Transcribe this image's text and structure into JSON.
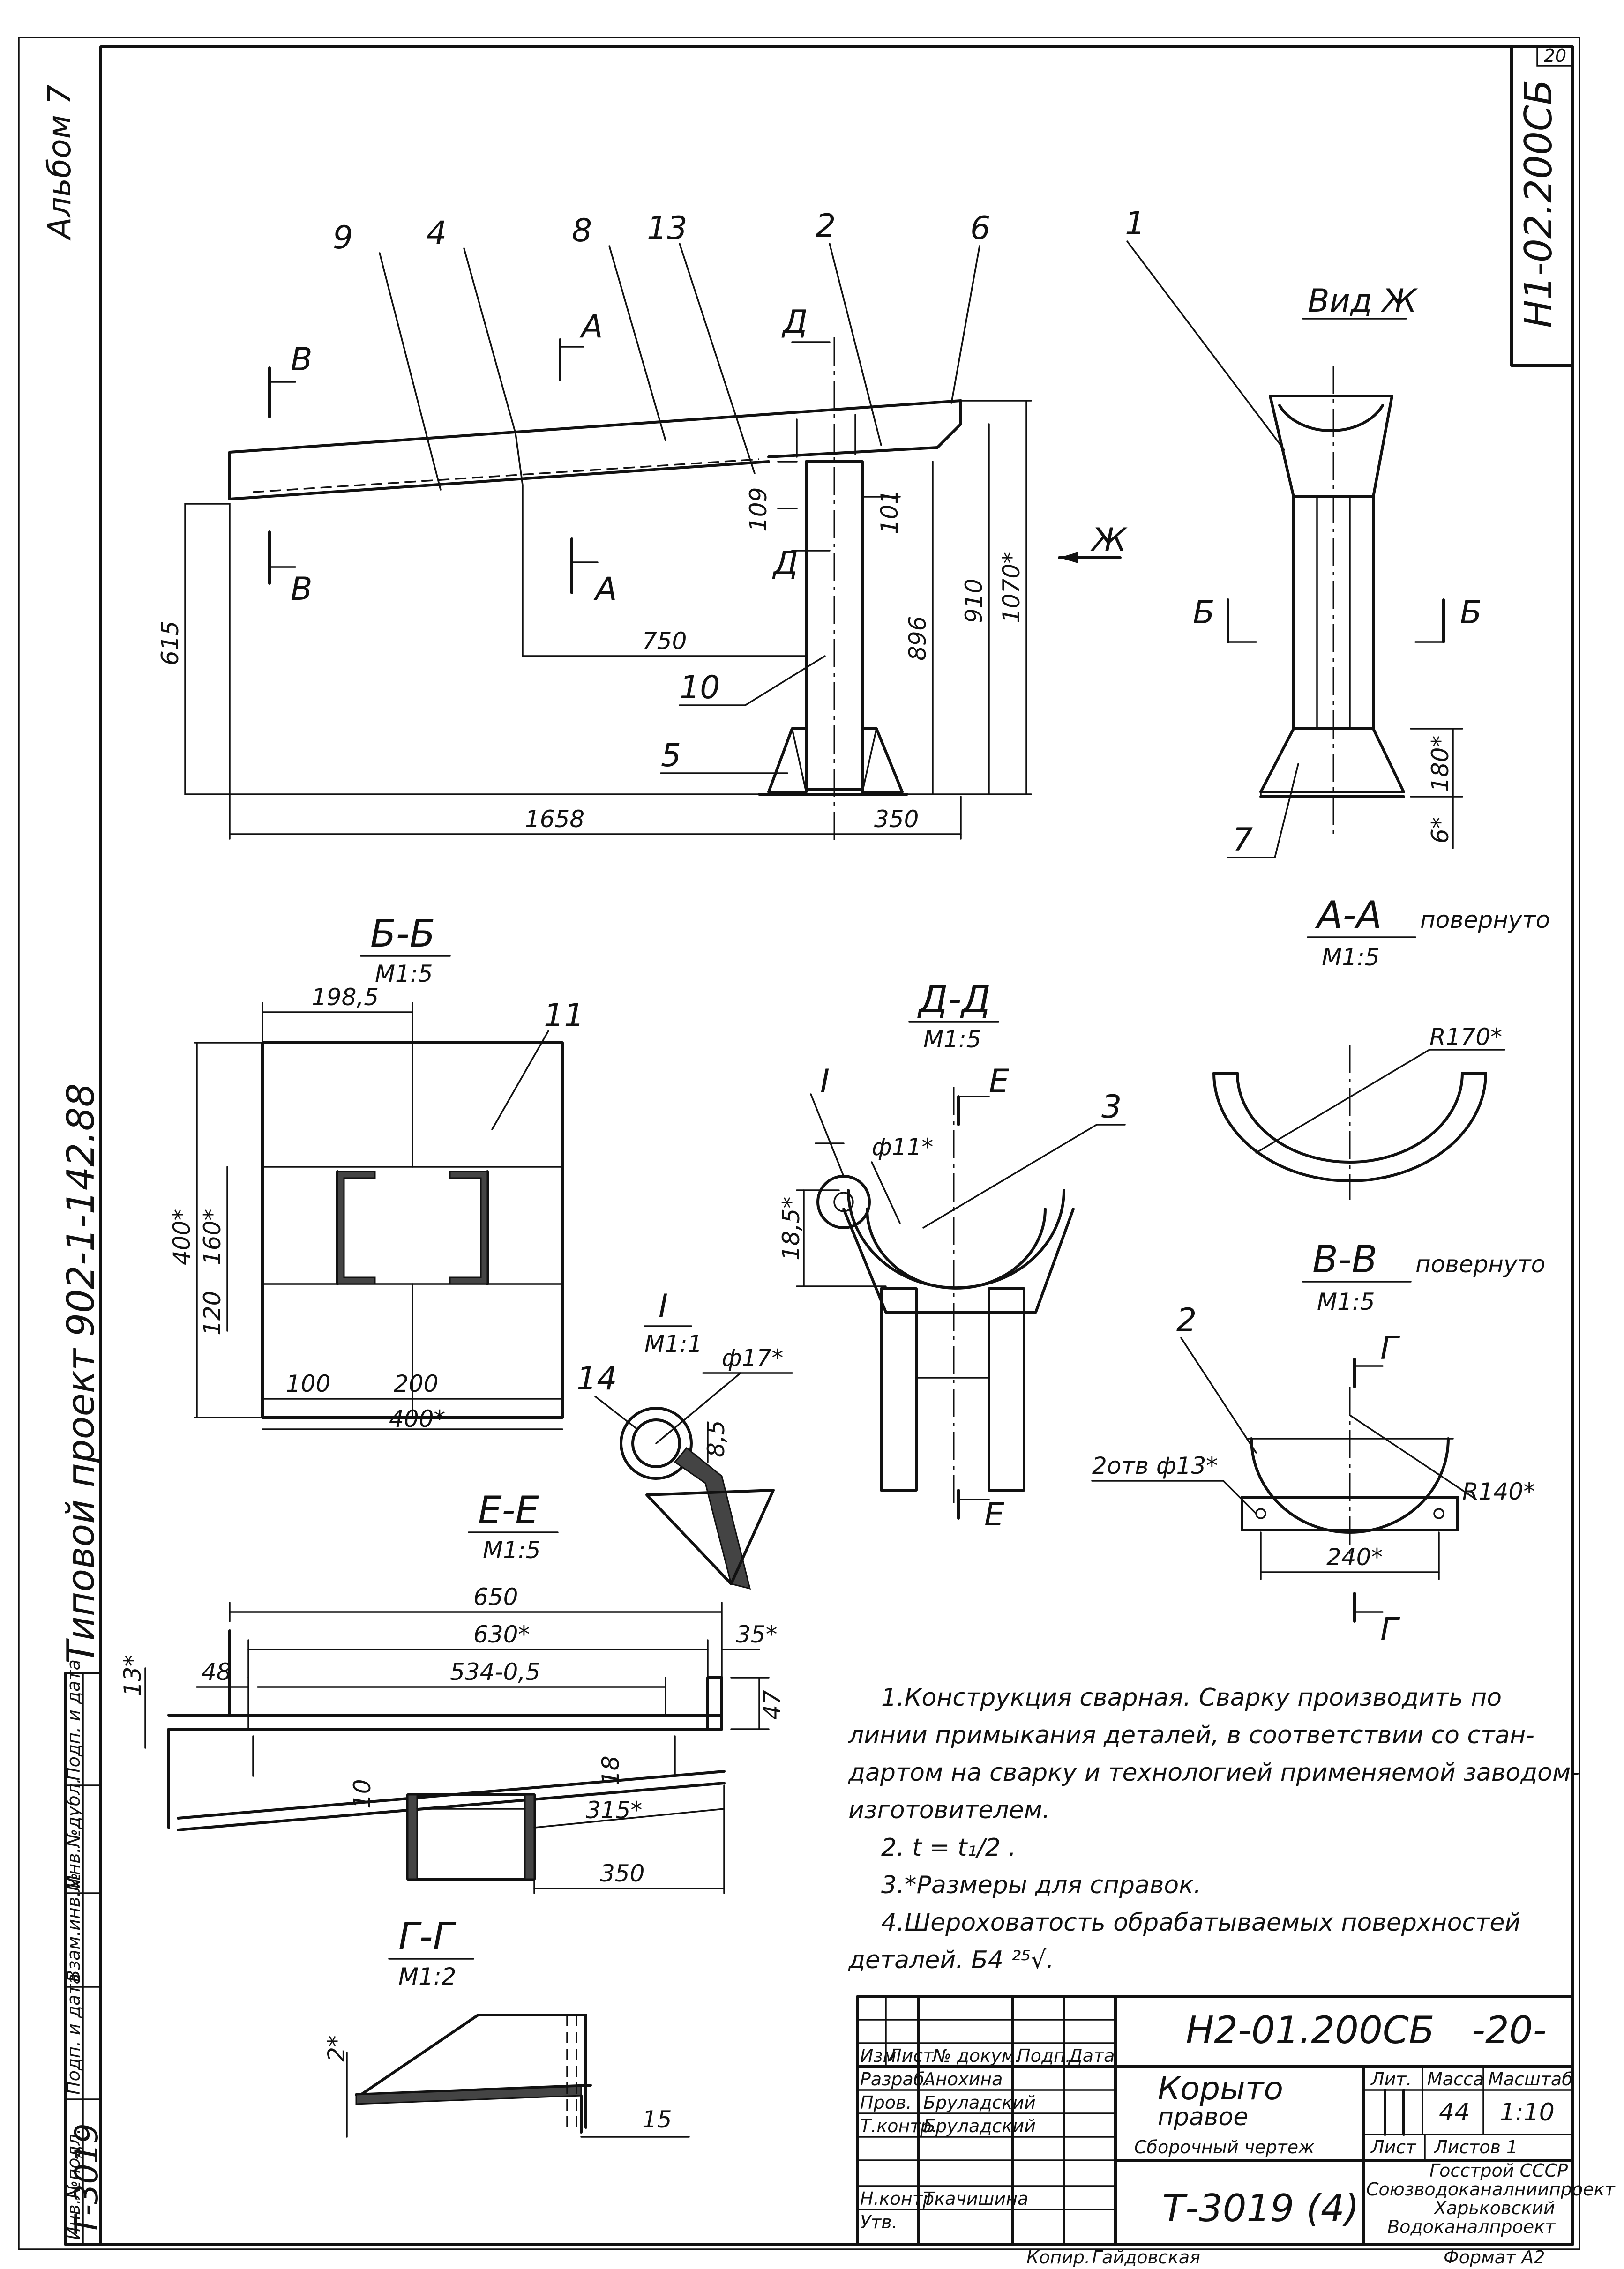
{
  "sheet": {
    "page_number": "20",
    "drawing_code_vertical": "Н1-02.200СБ",
    "album": "Альбом 7",
    "project": "Типовой проект 902-1-142.88",
    "inventory_number": "Т-3019",
    "left_strip_labels": [
      "Инв.№подл.",
      "Подп. и дата",
      "Взам.инв.№",
      "Инв.№дубл.",
      "Подп. и дата"
    ]
  },
  "main_view": {
    "callouts": [
      "9",
      "4",
      "8",
      "13",
      "2",
      "6",
      "10",
      "5"
    ],
    "section_marks": {
      "b_top": "В",
      "b_bottom": "В",
      "a_top": "А",
      "a_bottom": "А",
      "d_top": "Д",
      "d_bottom": "Д",
      "zh": "Ж"
    },
    "dims": {
      "d615": "615",
      "d750": "750",
      "d109": "109",
      "d101": "101",
      "d896": "896",
      "d910": "910",
      "d1070": "1070*",
      "d1658": "1658",
      "d350": "350"
    }
  },
  "view_zh": {
    "title": "Вид Ж",
    "callouts": [
      "1",
      "7"
    ],
    "section_marks": {
      "left": "Б",
      "right": "Б"
    },
    "dims": {
      "d180": "180*",
      "d6": "6*"
    }
  },
  "section_bb": {
    "title": "Б-Б",
    "scale": "М1:5",
    "callout": "11",
    "dims": {
      "d198": "198,5",
      "d400v": "400*",
      "d160": "160*",
      "d120": "120",
      "d100": "100",
      "d200": "200",
      "d400h": "400*"
    }
  },
  "section_dd": {
    "title": "Д-Д",
    "scale": "М1:5",
    "callout": "3",
    "mark_i": "I",
    "section_marks": {
      "top": "Е",
      "bottom": "Е"
    },
    "dims": {
      "phi11": "ф11*",
      "d185": "18,5*"
    }
  },
  "detail_i": {
    "title": "I",
    "scale": "М1:1",
    "callout": "14",
    "dims": {
      "phi17": "ф17*",
      "d85": "8,5"
    }
  },
  "section_aa": {
    "title": "А-А",
    "note": "повернуто",
    "scale": "М1:5",
    "dims": {
      "r170": "R170*"
    }
  },
  "section_vv": {
    "title": "В-В",
    "note": "повернуто",
    "scale": "М1:5",
    "callout": "2",
    "section_marks": {
      "top": "Г",
      "bottom": "Г"
    },
    "dims": {
      "holes": "2отв ф13*",
      "r140": "R140*",
      "d240": "240*"
    }
  },
  "section_ee": {
    "title": "Е-Е",
    "scale": "М1:5",
    "dims": {
      "d650": "650",
      "d630": "630*",
      "d534": "534-0,5",
      "d48": "48",
      "d35": "35*",
      "d13": "13*",
      "d47": "47",
      "d10": "10",
      "d18": "18",
      "d315": "315*",
      "d350": "350"
    }
  },
  "section_gg": {
    "title": "Г-Г",
    "scale": "М1:2",
    "dims": {
      "d2": "2*",
      "d15": "15"
    }
  },
  "notes": {
    "n1": "1.Конструкция сварная. Сварку производить по",
    "n1b": "линии примыкания деталей, в соответствии со стан-",
    "n1c": "дартом на сварку и технологией применяемой заводом-",
    "n1d": "изготовителем.",
    "n2": "2. t = t₁/2 .",
    "n3": "3.*Размеры для справок.",
    "n4": "4.Шероховатость обрабатываемых поверхностей",
    "n4b": "деталей. Б4 ²⁵√."
  },
  "title_block": {
    "code": "Н2-01.200СБ",
    "sheet_no": "-20-",
    "name_line1": "Корыто",
    "name_line2": "правое",
    "name_line3": "Сборочный чертеж",
    "head_izm": "Изм",
    "head_list": "Лист",
    "head_doc": "№ докум.",
    "head_sign": "Подп.",
    "head_date": "Дата",
    "role1": "Разраб.",
    "person1": "Анохина",
    "role2": "Пров.",
    "person2": "Бруладский",
    "role3": "Т.контр.",
    "person3": "Бруладский",
    "role4": "Н.контр.",
    "person4": "Ткачишина",
    "role5": "Утв.",
    "person5": "",
    "col_lit": "Лит.",
    "col_mass": "Масса",
    "col_scale": "Масштаб",
    "mass": "44",
    "scale": "1:10",
    "list_label": "Лист",
    "lists_label": "Листов 1",
    "org1": "Госстрой СССР",
    "org2": "Союзводоканалниипроект",
    "org3": "Харьковский",
    "org4": "Водоканалпроект",
    "archive": "Т-3019 (4)",
    "copied": "Копир.",
    "copier": "Гайдовская",
    "format": "Формат А2"
  }
}
